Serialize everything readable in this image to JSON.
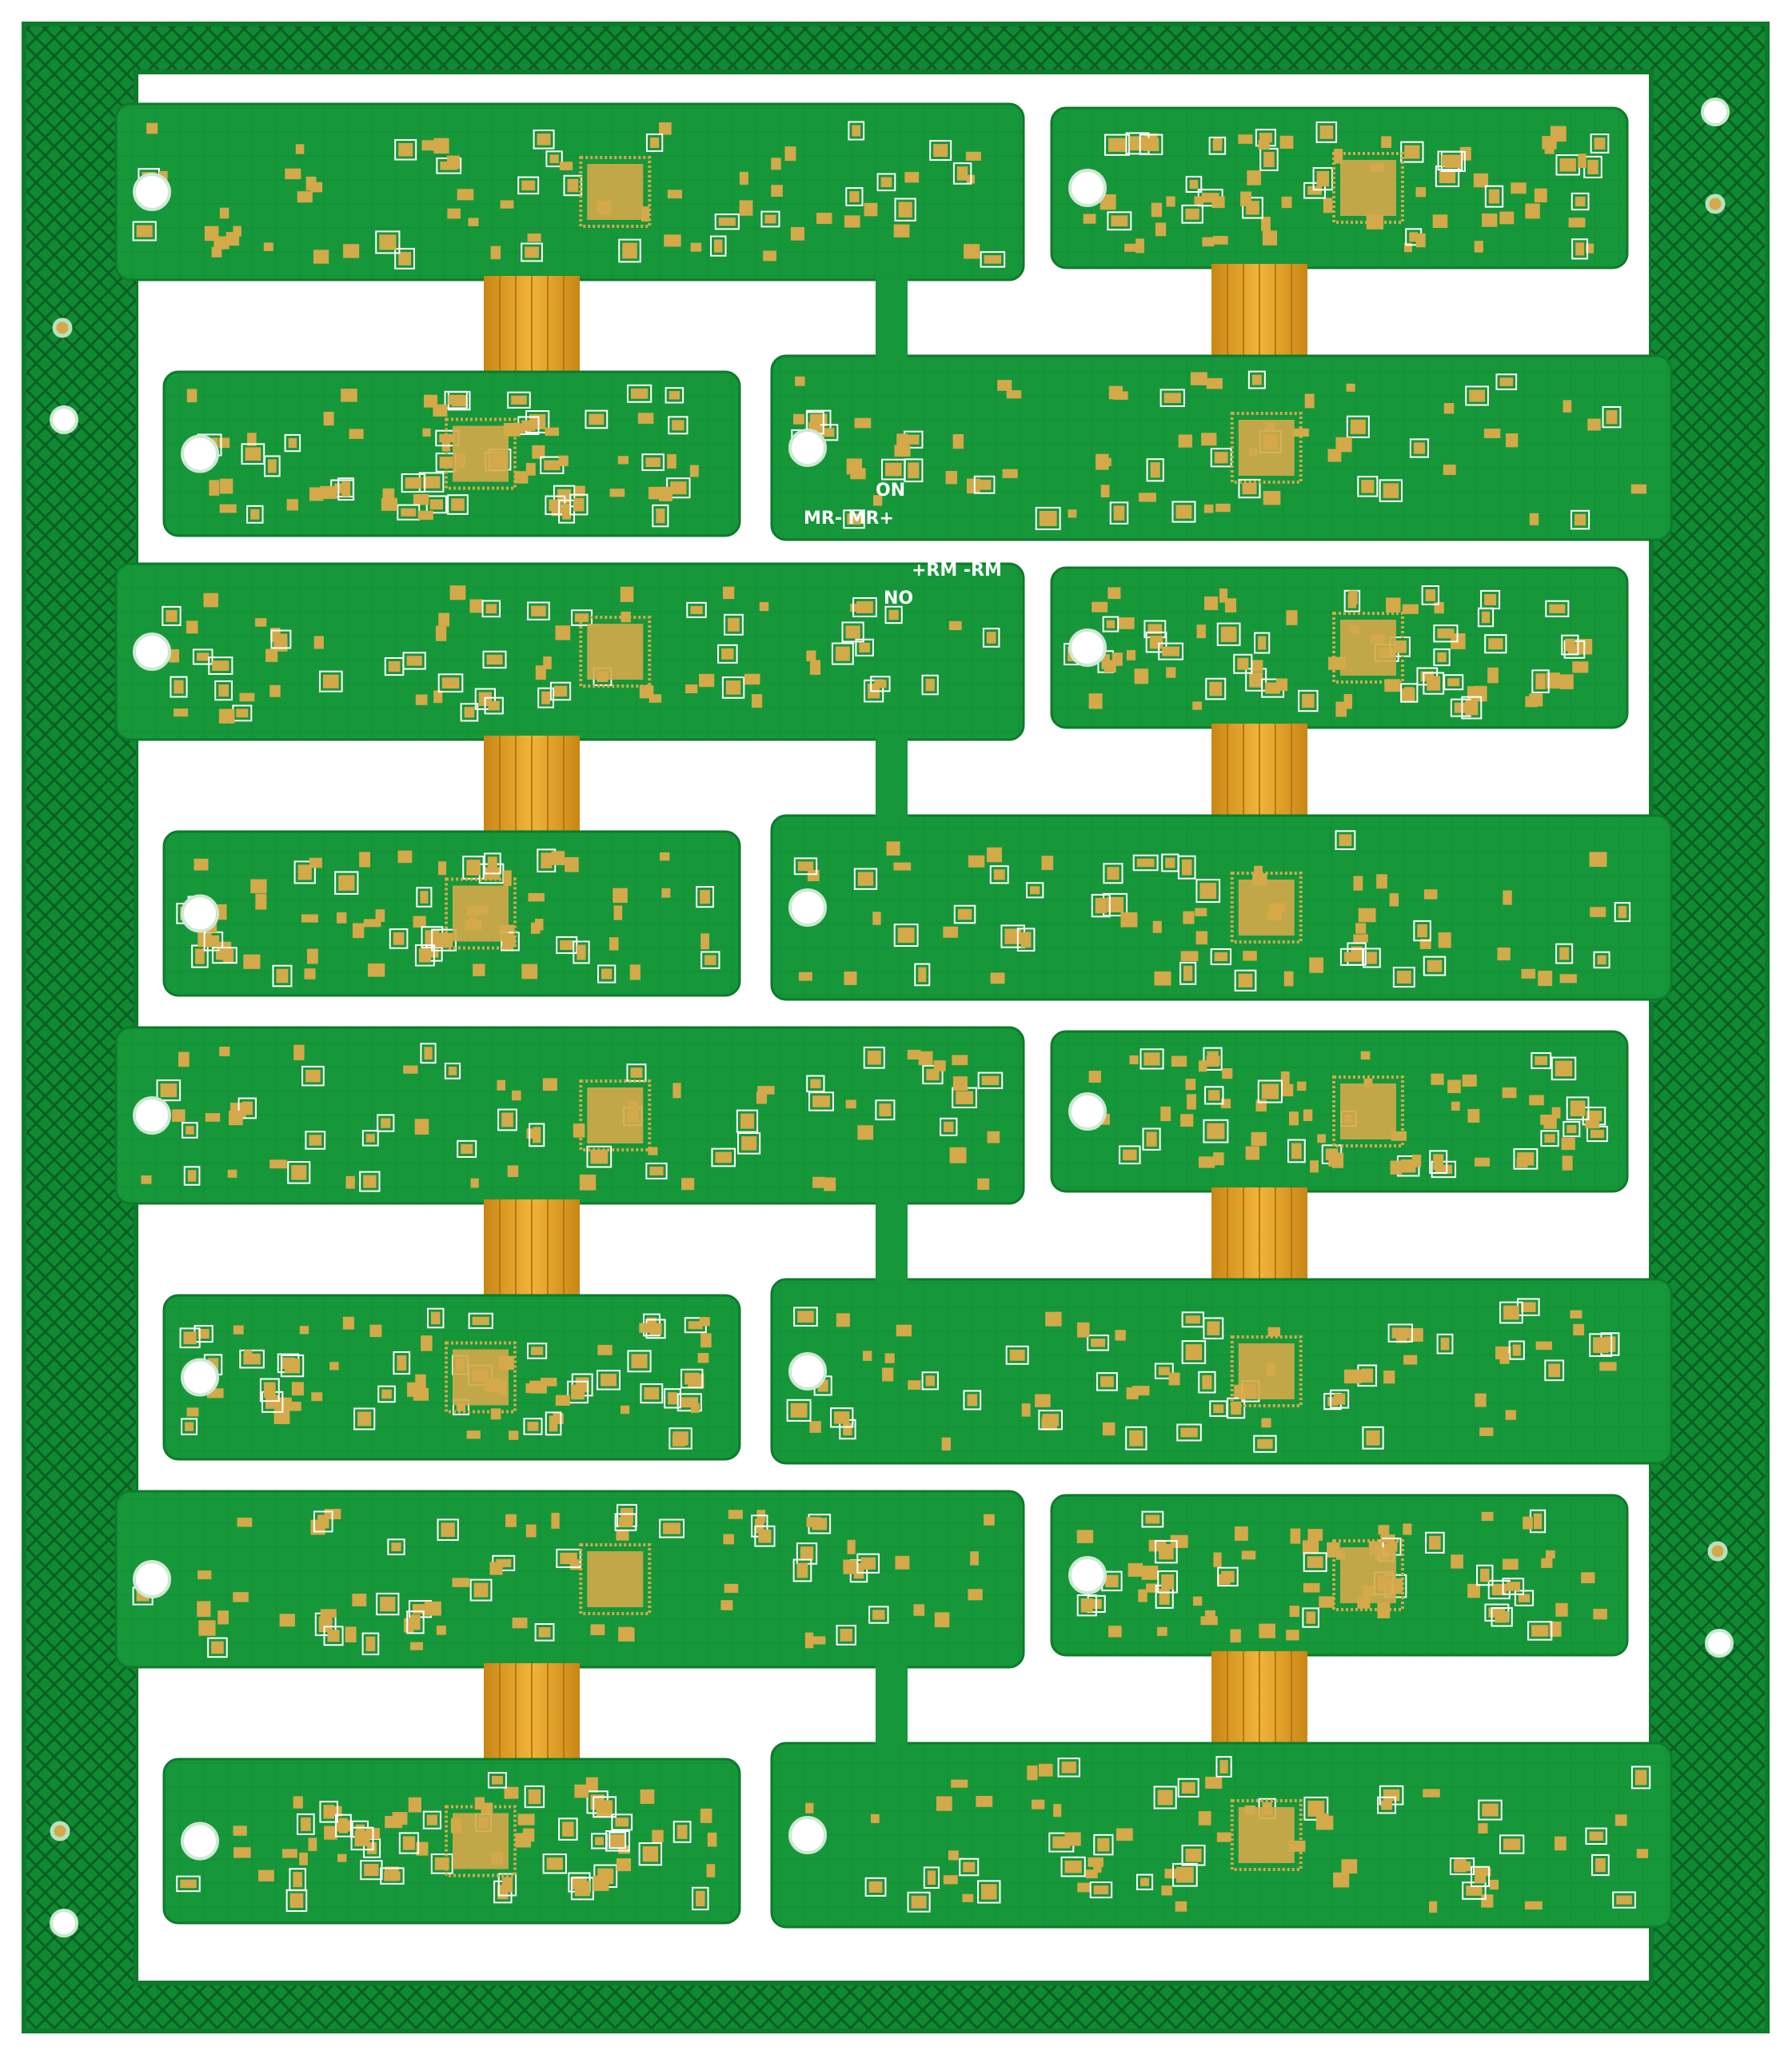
{
  "panel": {
    "colors": {
      "solder_mask": "#16973a",
      "solder_mask_dark": "#0e7a2c",
      "mesh_line": "#0b5f22",
      "gold_pad": "#d4a94a",
      "flex_polyimide": "#e0a327",
      "silkscreen": "#ffffff",
      "background": "#ffffff"
    },
    "icons": [
      "mounting-hole-icon",
      "fiducial-icon",
      "chip-icon",
      "flex-cable-icon"
    ]
  },
  "labels": {
    "a_line1": "ON",
    "a_line2": "MR- MR+",
    "b_line1": "NO",
    "b_line2": "+RM -RM"
  }
}
